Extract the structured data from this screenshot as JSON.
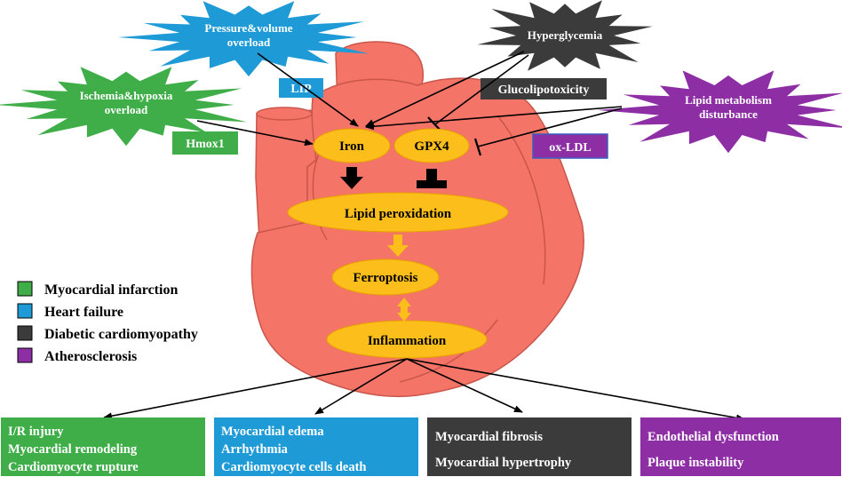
{
  "triggers": {
    "pressure_volume": [
      "Pressure&volume",
      "overload"
    ],
    "ischemia_hypoxia": [
      "Ischemia&hypoxia",
      "overload"
    ],
    "hyperglycemia": [
      "Hyperglycemia"
    ],
    "lipid_metabolism": [
      "Lipid metabolism",
      "disturbance"
    ]
  },
  "tags": {
    "lip": "LIP",
    "hmox1": "Hmox1",
    "glucolipotoxicity": "Glucolipotoxicity",
    "ox_ldl": "ox-LDL"
  },
  "nodes": {
    "iron": "Iron",
    "gpx4": "GPX4",
    "lipid_peroxidation": "Lipid peroxidation",
    "ferroptosis": "Ferroptosis",
    "inflammation": "Inflammation"
  },
  "legend": [
    {
      "label": "Myocardial infarction",
      "color": "#3fae49"
    },
    {
      "label": "Heart failure",
      "color": "#1e9ad6"
    },
    {
      "label": "Diabetic cardiomyopathy",
      "color": "#3b3b3b"
    },
    {
      "label": "Atherosclerosis",
      "color": "#8d2ea5"
    }
  ],
  "outcomes": [
    {
      "color": "#3fae49",
      "lines": [
        "I/R injury",
        "Myocardial remodeling",
        "Cardiomyocyte rupture"
      ]
    },
    {
      "color": "#1e9ad6",
      "lines": [
        "Myocardial edema",
        "Arrhythmia",
        "Cardiomyocyte cells death"
      ]
    },
    {
      "color": "#3b3b3b",
      "lines": [
        "Myocardial fibrosis",
        "Myocardial hypertrophy"
      ]
    },
    {
      "color": "#8d2ea5",
      "lines": [
        "Endothelial dysfunction",
        "Plaque instability"
      ]
    }
  ],
  "colors": {
    "heart": "#f57468",
    "heart_outline": "#c9564b",
    "node_fill": "#fcbe1a",
    "node_outline": "#e6a100",
    "arrow": "#000000",
    "yellow_arrow": "#fcbe1a",
    "green": "#3fae49",
    "blue": "#1e9ad6",
    "dark": "#3b3b3b",
    "purple": "#8d2ea5"
  }
}
